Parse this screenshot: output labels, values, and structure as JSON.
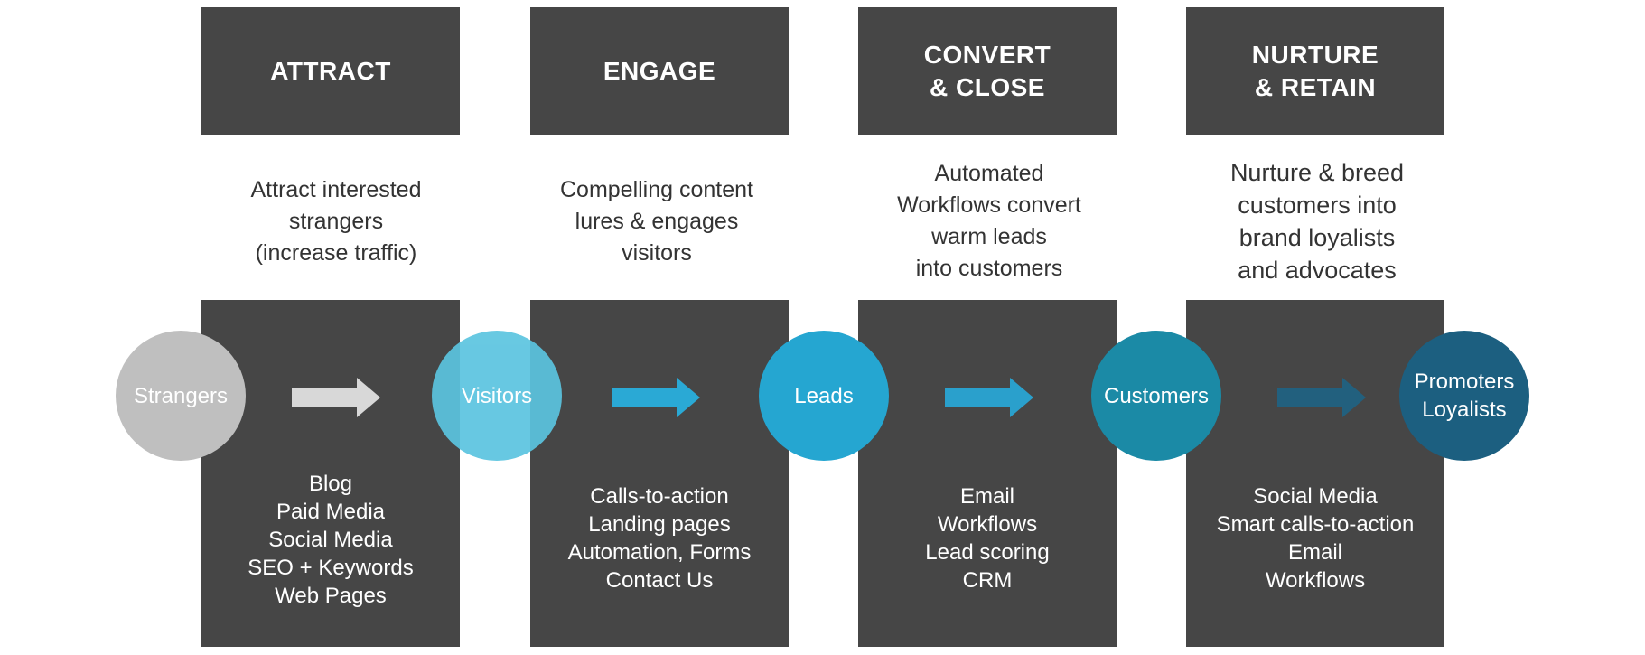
{
  "stages": [
    {
      "title": "ATTRACT",
      "description": "Attract interested\nstrangers\n(increase traffic)",
      "tools": [
        "Blog",
        "Paid Media",
        "Social Media",
        "SEO + Keywords",
        "Web Pages"
      ]
    },
    {
      "title": "ENGAGE",
      "description": "Compelling content\nlures & engages\nvisitors",
      "tools": [
        "Calls-to-action",
        "Landing pages",
        "Automation, Forms",
        "Contact Us"
      ]
    },
    {
      "title": "CONVERT\n& CLOSE",
      "description": "Automated\nWorkflows convert\nwarm leads\ninto customers",
      "tools": [
        "Email",
        "Workflows",
        "Lead scoring",
        "CRM"
      ]
    },
    {
      "title": "NURTURE\n& RETAIN",
      "description": "Nurture & breed\ncustomers into\nbrand loyalists\nand advocates",
      "tools": [
        "Social Media",
        "Smart calls-to-action",
        "Email",
        "Workflows"
      ]
    }
  ],
  "nodes": [
    {
      "label": "Strangers",
      "color": "#bfbfbf"
    },
    {
      "label": "Visitors",
      "color": "#5bc4e0"
    },
    {
      "label": "Leads",
      "color": "#25a6d1"
    },
    {
      "label": "Customers",
      "color": "#1b8aa6"
    },
    {
      "label": "Promoters\nLoyalists",
      "color": "#1c5f80"
    }
  ],
  "arrows": [
    {
      "color": "#d8d8d8"
    },
    {
      "color": "#2aa9d5"
    },
    {
      "color": "#2aa0cc"
    },
    {
      "color": "#22607e"
    }
  ]
}
